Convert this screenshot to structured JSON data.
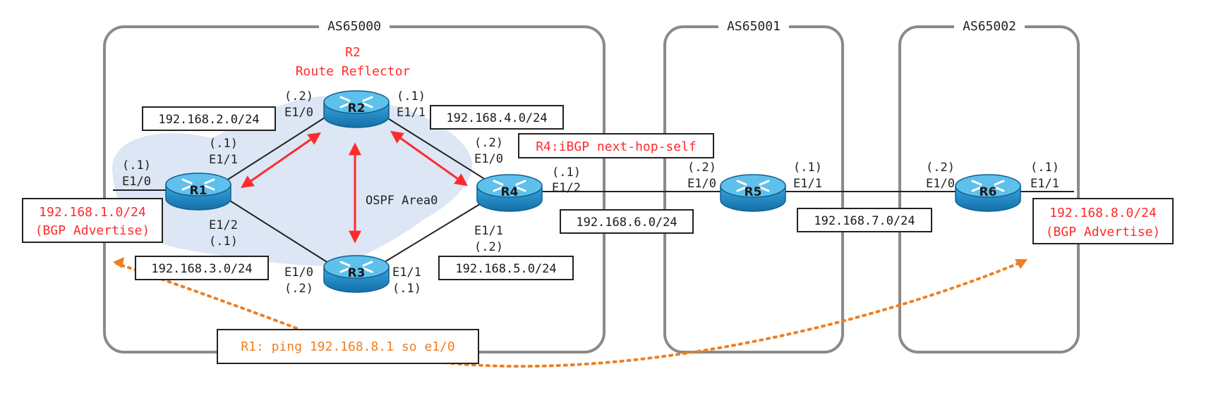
{
  "as": [
    {
      "id": "as65000",
      "label": "AS65000"
    },
    {
      "id": "as65001",
      "label": "AS65001"
    },
    {
      "id": "as65002",
      "label": "AS65002"
    }
  ],
  "routers": {
    "r1": "R1",
    "r2": "R2",
    "r3": "R3",
    "r4": "R4",
    "r5": "R5",
    "r6": "R6"
  },
  "r2_title": "R2",
  "r2_role": "Route Reflector",
  "r4_note": "R4:iBGP next-hop-self",
  "ospf_label": "OSPF Area0",
  "subnets": {
    "net1": "192.168.1.0/24",
    "net1_note": "(BGP Advertise)",
    "net2": "192.168.2.0/24",
    "net3": "192.168.3.0/24",
    "net4": "192.168.4.0/24",
    "net5": "192.168.5.0/24",
    "net6": "192.168.6.0/24",
    "net7": "192.168.7.0/24",
    "net8": "192.168.8.0/24",
    "net8_note": "(BGP Advertise)"
  },
  "ping_note": "R1: ping 192.168.8.1 so e1/0",
  "interfaces": {
    "r1_e10_ip": "(.1)",
    "r1_e10": "E1/0",
    "r1_e11_ip": "(.1)",
    "r1_e11": "E1/1",
    "r1_e12": "E1/2",
    "r1_e12_ip": "(.1)",
    "r2_e10_ip": "(.2)",
    "r2_e10": "E1/0",
    "r2_e11_ip": "(.1)",
    "r2_e11": "E1/1",
    "r3_e10": "E1/0",
    "r3_e10_ip": "(.2)",
    "r3_e11": "E1/1",
    "r3_e11_ip": "(.1)",
    "r4_e10_ip": "(.2)",
    "r4_e10": "E1/0",
    "r4_e12_ip": "(.1)",
    "r4_e12": "E1/2",
    "r4_e11": "E1/1",
    "r4_e11_ip": "(.2)",
    "r5_e10_ip": "(.2)",
    "r5_e10": "E1/0",
    "r5_e11_ip": "(.1)",
    "r5_e11": "E1/1",
    "r6_e10_ip": "(.2)",
    "r6_e10": "E1/0",
    "r6_e11_ip": "(.1)",
    "r6_e11": "E1/1"
  },
  "colors": {
    "router_body": "#1f8fcf",
    "router_top": "#5fc0ec",
    "ospf_area": "#dce6f4",
    "accent_red": "#ff2a2a",
    "accent_orange": "#ee7f22",
    "as_border": "#8a8a8a"
  }
}
